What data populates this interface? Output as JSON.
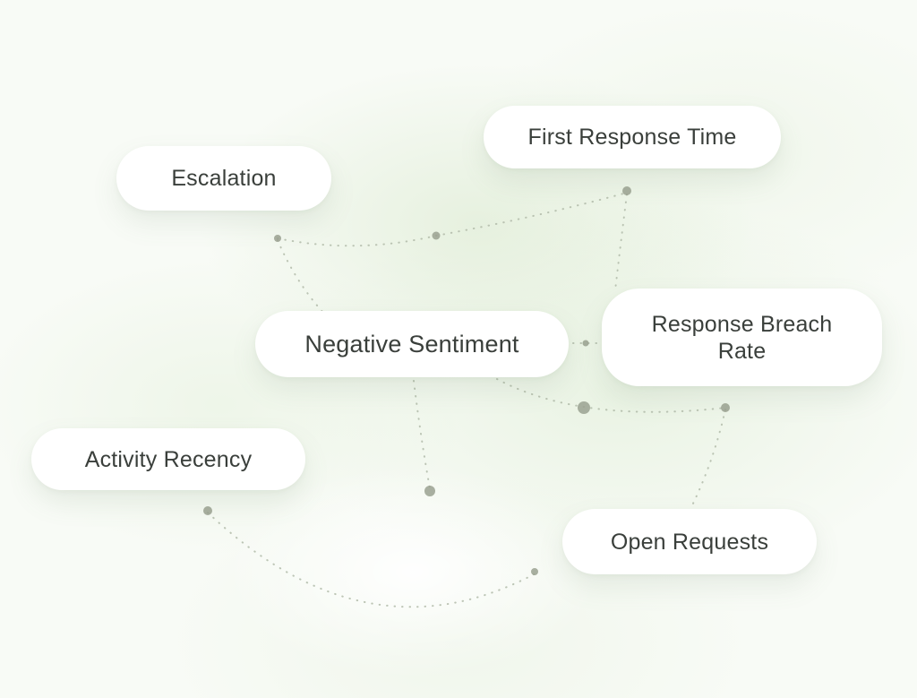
{
  "diagram": {
    "type": "node-map",
    "nodes": [
      {
        "id": "escalation",
        "label": "Escalation"
      },
      {
        "id": "first-response-time",
        "label": "First Response Time"
      },
      {
        "id": "negative-sentiment",
        "label": "Negative Sentiment"
      },
      {
        "id": "response-breach-rate",
        "label": "Response Breach Rate"
      },
      {
        "id": "activity-recency",
        "label": "Activity Recency"
      },
      {
        "id": "open-requests",
        "label": "Open Requests"
      }
    ],
    "colors": {
      "card_background": "#ffffff",
      "text": "#3a3f3b",
      "connector_line": "#b2bba9",
      "connector_dot": "#9aa191",
      "background_tint": "#eef4e9"
    }
  }
}
